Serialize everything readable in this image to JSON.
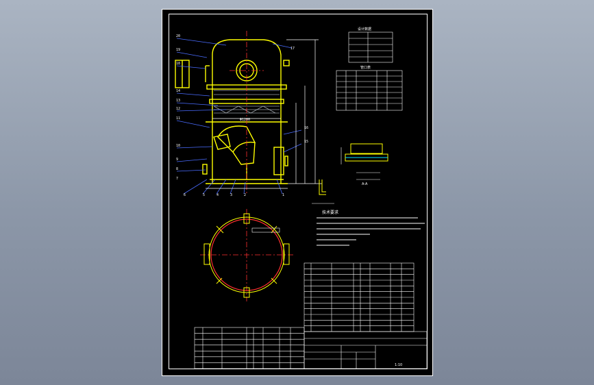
{
  "colors": {
    "background": "#8c97a8",
    "sheet": "#000000",
    "frame": "#ffffff",
    "vessel": "#ffff00",
    "centerline": "#ff3030",
    "leader": "#4a6cff",
    "section": "#00e0ff",
    "table_text": "#ffffff"
  },
  "drawing": {
    "labels": {
      "top_left_callout": "20",
      "section_ref": "A-A",
      "dimension_width": "Φ1200",
      "scale_note": "1:10"
    }
  }
}
